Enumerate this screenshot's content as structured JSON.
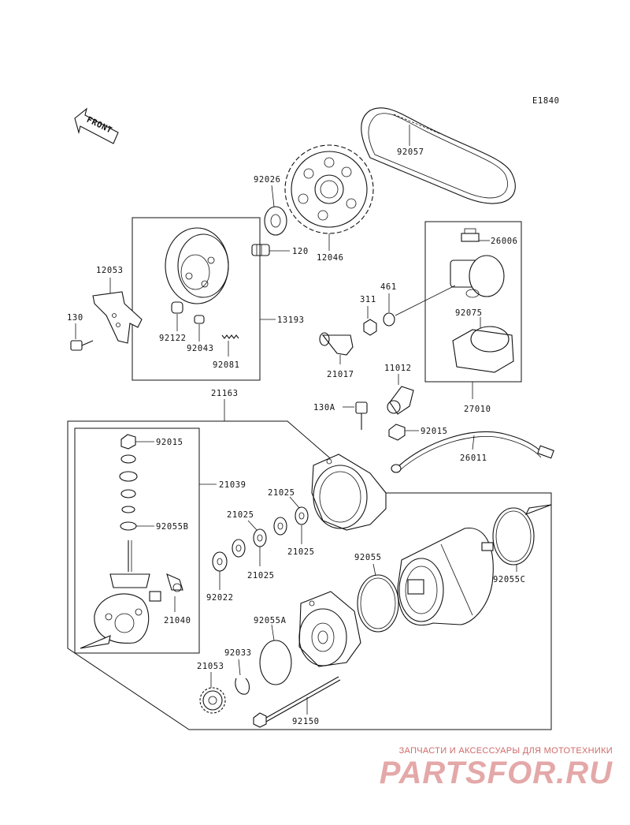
{
  "diagram": {
    "code": "E1840",
    "front_label": "FRONT",
    "labels": {
      "p92057": "92057",
      "p92026": "92026",
      "p120": "120",
      "p12046": "12046",
      "p26006": "26006",
      "p12053": "12053",
      "p130": "130",
      "p92122": "92122",
      "p92043": "92043",
      "p92081": "92081",
      "p13193": "13193",
      "p461": "461",
      "p311": "311",
      "p92075": "92075",
      "p21017": "21017",
      "p11012": "11012",
      "p27010": "27010",
      "p21163": "21163",
      "p130A": "130A",
      "p92015a": "92015",
      "p92015b": "92015",
      "p26011": "26011",
      "p21039": "21039",
      "p92055B": "92055B",
      "p21025a": "21025",
      "p21025b": "21025",
      "p21025c": "21025",
      "p21025d": "21025",
      "p92022": "92022",
      "p92055": "92055",
      "p92055C": "92055C",
      "p21040": "21040",
      "p92055A": "92055A",
      "p92033": "92033",
      "p21053": "21053",
      "p92150": "92150"
    }
  },
  "watermark": {
    "caption": "ЗАПЧАСТИ И АКСЕССУАРЫ ДЛЯ МОТОТЕХНИКИ",
    "logo": "PARTSFOR.RU"
  }
}
